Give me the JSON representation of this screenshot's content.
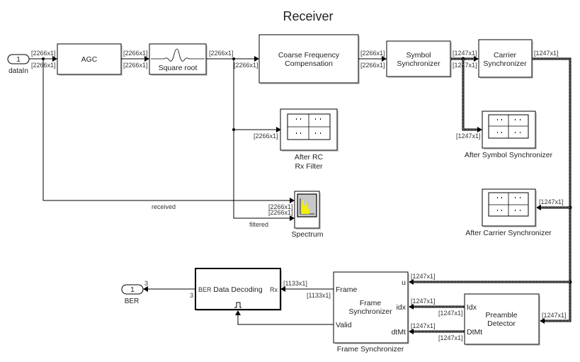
{
  "title": "Receiver",
  "ports": {
    "inport": {
      "number": "1",
      "name": "dataIn"
    },
    "outport": {
      "number": "1",
      "name": "BER",
      "dim_in": "3",
      "dim_out": "3"
    }
  },
  "blocks": {
    "agc": {
      "label": "AGC"
    },
    "square_root": {
      "label": "Square root"
    },
    "coarse_freq": {
      "line1": "Coarse Frequency",
      "line2": "Compensation"
    },
    "symbol_sync": {
      "line1": "Symbol",
      "line2": "Synchronizer"
    },
    "carrier_sync": {
      "line1": "Carrier",
      "line2": "Synchronizer"
    },
    "scope_rc": {
      "line1": "After RC",
      "line2": "Rx Filter"
    },
    "scope_symbol": {
      "label": "After Symbol Synchronizer"
    },
    "scope_carrier": {
      "label": "After Carrier Synchronizer"
    },
    "spectrum": {
      "label": "Spectrum"
    },
    "data_decoding": {
      "label": "Data Decoding",
      "port_in": "Rx",
      "port_out": "BER"
    },
    "frame_sync": {
      "line1": "Frame",
      "line2": "Synchronizer",
      "caption": "Frame Synchronizer",
      "port_frame": "Frame",
      "port_valid": "Valid",
      "port_u": "u",
      "port_idx": "idx",
      "port_dtmt": "dtMt"
    },
    "preamble": {
      "line1": "Preamble",
      "line2": "Detector",
      "port_idx": "Idx",
      "port_dtmt": "DtMt"
    }
  },
  "signals": {
    "d2266": "[2266x1]",
    "d1247": "[1247x1]",
    "d1133": "[1133x1]",
    "received": "received",
    "filtered": "filtered"
  }
}
